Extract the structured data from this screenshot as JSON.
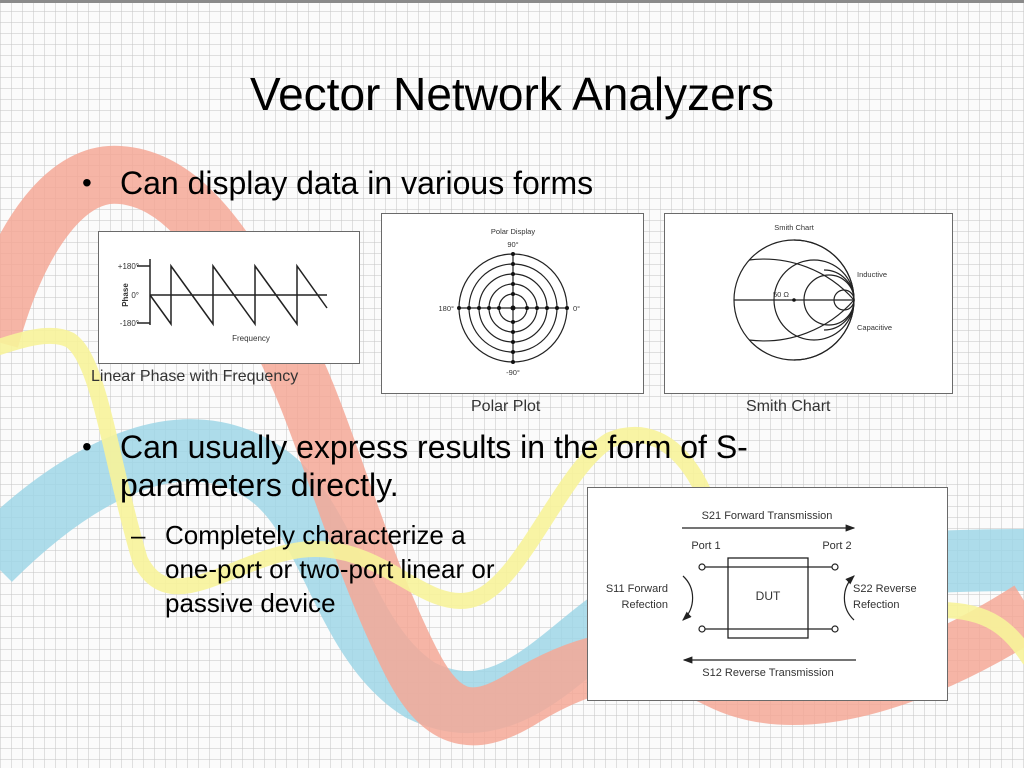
{
  "slide": {
    "title": "Vector Network Analyzers",
    "bullets": [
      {
        "text": "Can display data in various forms"
      },
      {
        "text_line1": "Can usually express results in the form of S-",
        "text_line2": "parameters directly."
      }
    ],
    "sub_bullets": [
      {
        "line1": "Completely characterize a",
        "line2": "one-port or two-port linear or",
        "line3": "passive device"
      }
    ],
    "bullet_glyph": "•",
    "dash_glyph": "–"
  },
  "figures": {
    "linear_phase": {
      "caption": "Linear Phase with Frequency",
      "y_axis_label": "Phase",
      "x_axis_label": "Frequency",
      "ticks": [
        "+180°",
        "0°",
        "-180°"
      ]
    },
    "polar": {
      "caption": "Polar Plot",
      "title": "Polar Display",
      "label_top": "90°",
      "label_left": "180°",
      "label_right": "0°",
      "label_bottom": "-90°"
    },
    "smith": {
      "caption": "Smith Chart",
      "title": "Smith Chart",
      "label_center": "50 Ω",
      "label_inductive": "Inductive",
      "label_capacitive": "Capacitive"
    },
    "s_params": {
      "s21": "S21 Forward Transmission",
      "s12": "S12 Reverse Transmission",
      "port1": "Port 1",
      "port2": "Port 2",
      "dut": "DUT",
      "s11_line1": "S11 Forward",
      "s11_line2": "Refection",
      "s22_line1": "S22 Reverse",
      "s22_line2": "Refection"
    }
  },
  "colors": {
    "ribbon_salmon": "#f4a896",
    "ribbon_yellow": "#f7f39a",
    "ribbon_blue": "#9fd6e6",
    "frame": "#6a6a6a"
  }
}
